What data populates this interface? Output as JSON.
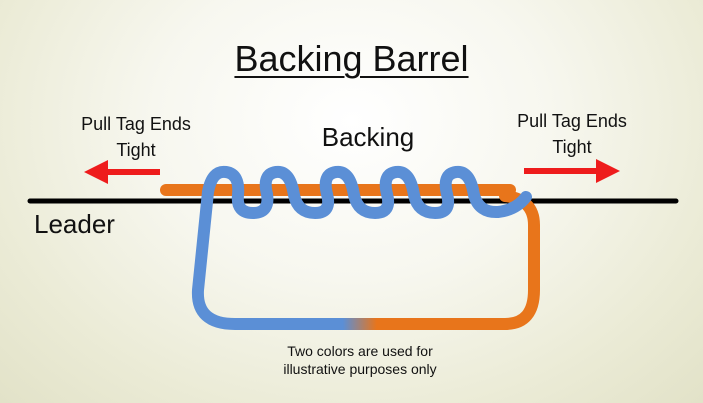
{
  "title": "Backing Barrel",
  "labels": {
    "backing": "Backing",
    "leader": "Leader",
    "pull_left_line1": "Pull Tag Ends",
    "pull_left_line2": "Tight",
    "pull_right_line1": "Pull Tag Ends",
    "pull_right_line2": "Tight",
    "note_line1": "Two colors are used for",
    "note_line2": "illustrative purposes only"
  },
  "colors": {
    "leader": "#000000",
    "backing_orange": "#e8751b",
    "backing_blue": "#5b8fd6",
    "arrow": "#ee1c1c"
  }
}
